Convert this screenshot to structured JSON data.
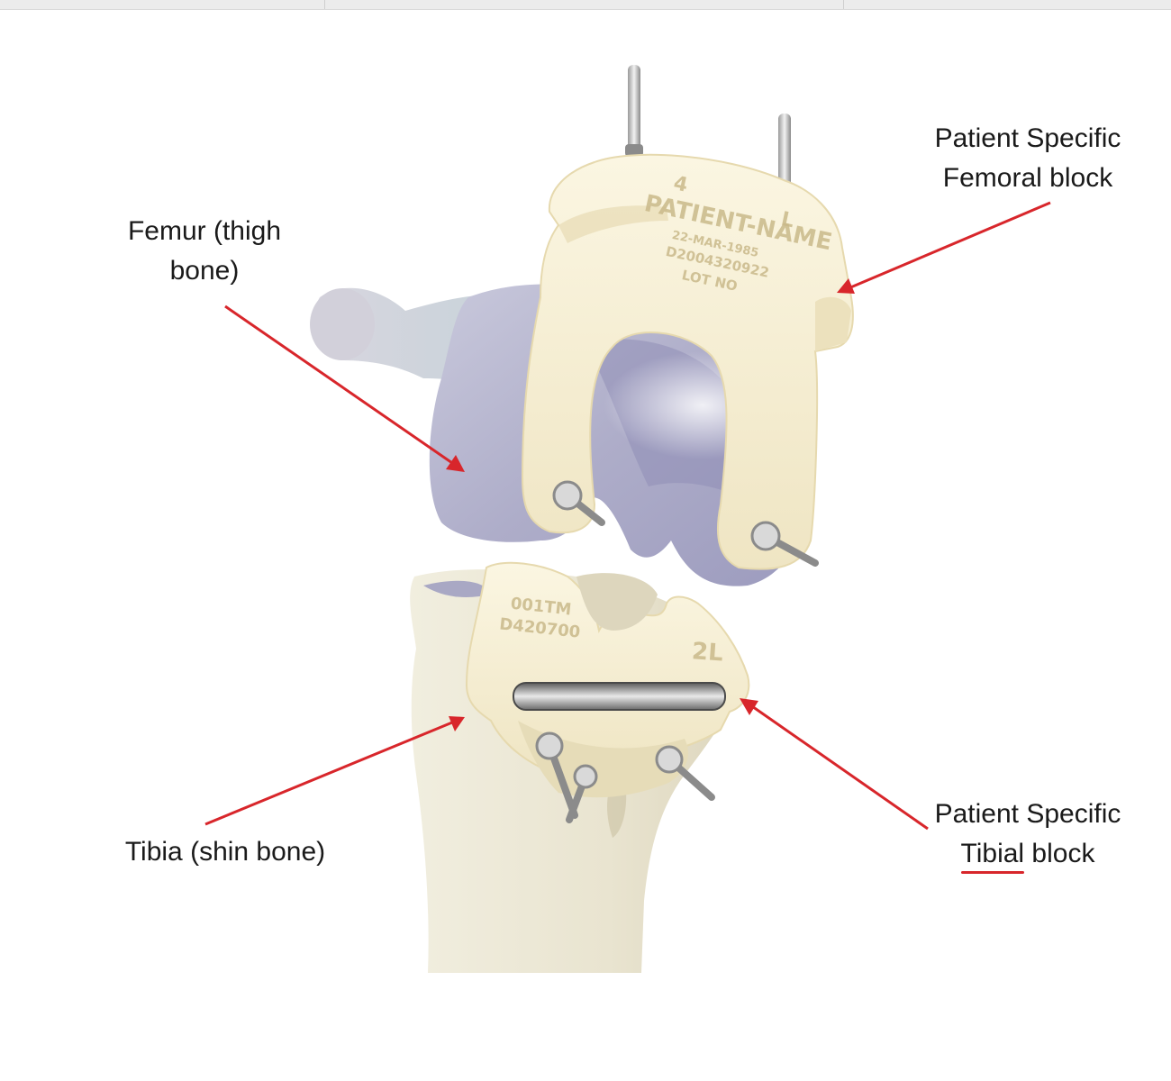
{
  "labels": {
    "femoral_block": {
      "line1": "Patient Specific",
      "line2": "Femoral block"
    },
    "femur": {
      "line1": "Femur (thigh",
      "line2": "bone)"
    },
    "tibia": {
      "line1": "Tibia (shin bone)"
    },
    "tibial_block": {
      "line1": "Patient Specific",
      "line2_word1": "Tibial",
      "line2_word2": " block"
    }
  },
  "engravings": {
    "femoral_size": "4",
    "femoral_side": "L",
    "femoral_name": "PATIENT-NAME",
    "femoral_date": "22-MAR-1985",
    "femoral_code": "D2004320922",
    "femoral_lot": "LOT NO",
    "tibial_code1": "001TM",
    "tibial_code2": "D420700",
    "tibial_size": "2L"
  },
  "colors": {
    "arrow": "#d8262b",
    "guide_block": "#f4ecce",
    "bone": "#ece8d8",
    "femur_shade": "#b3b2cd",
    "spellcheck": "#d8262b"
  }
}
